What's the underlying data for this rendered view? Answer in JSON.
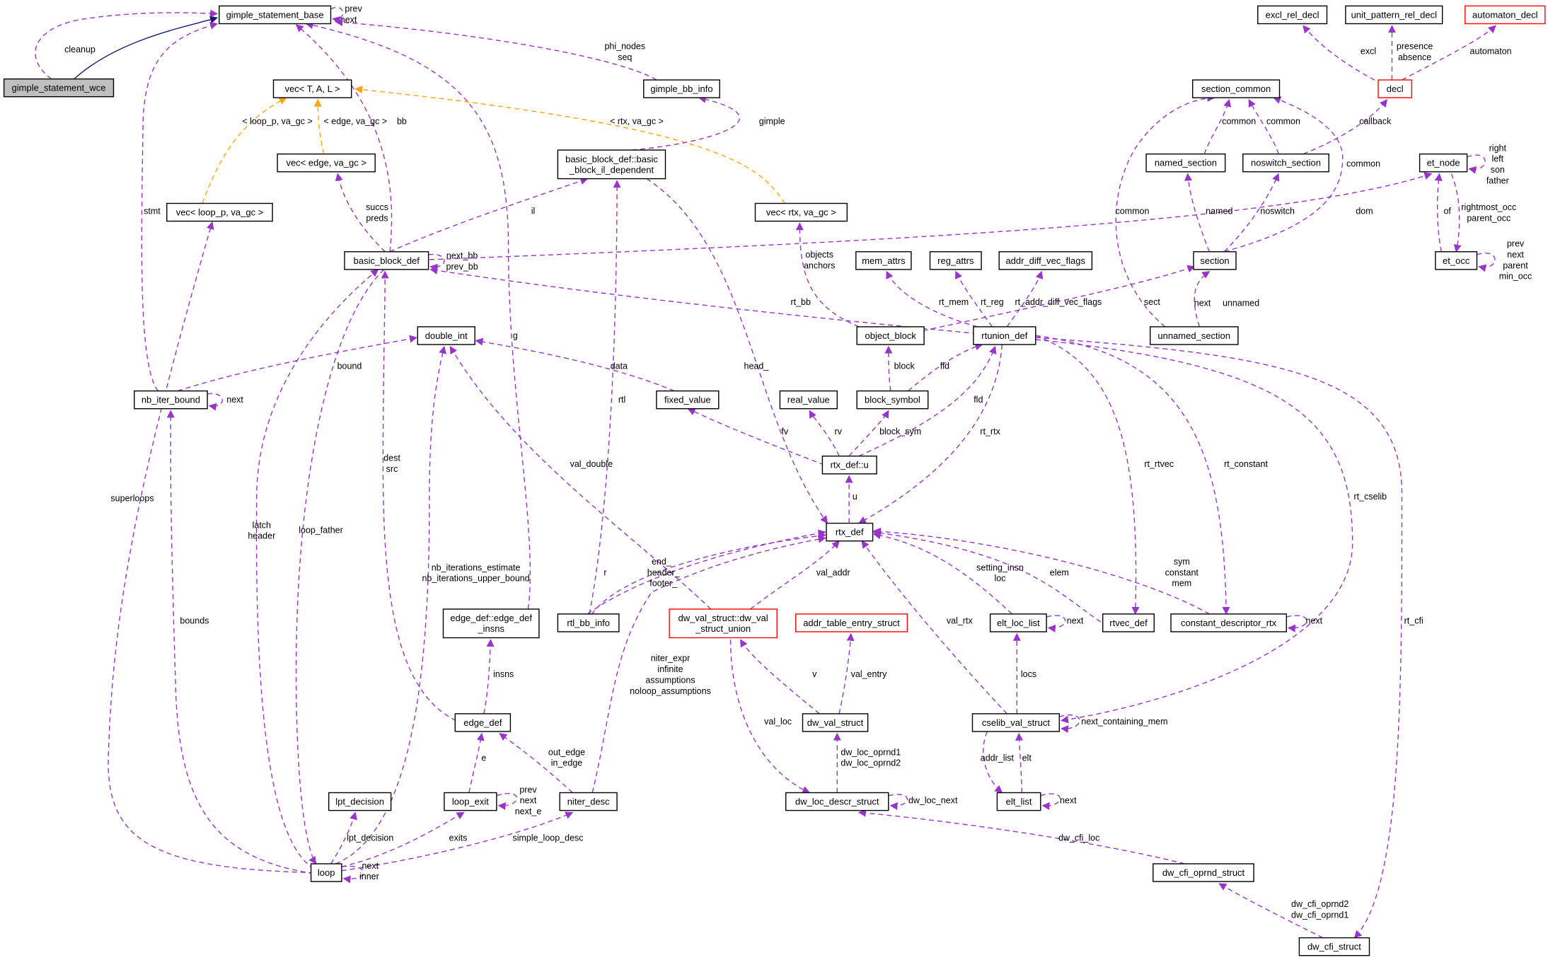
{
  "diagram": {
    "nodes": [
      {
        "id": "gimple_statement_wce",
        "lines": [
          "gimple_statement_wce"
        ],
        "style": "grey"
      },
      {
        "id": "gimple_statement_base",
        "lines": [
          "gimple_statement_base"
        ],
        "style": "normal"
      },
      {
        "id": "vec_T_A_L",
        "lines": [
          "vec< T, A, L >"
        ],
        "style": "normal"
      },
      {
        "id": "vec_edge_va_gc",
        "lines": [
          "vec< edge, va_gc >"
        ],
        "style": "normal"
      },
      {
        "id": "vec_loop_p_va_gc",
        "lines": [
          "vec< loop_p, va_gc >"
        ],
        "style": "normal"
      },
      {
        "id": "gimple_bb_info",
        "lines": [
          "gimple_bb_info"
        ],
        "style": "normal"
      },
      {
        "id": "basic_block_il_dependent",
        "lines": [
          "basic_block_def::basic",
          "_block_il_dependent"
        ],
        "style": "normal"
      },
      {
        "id": "vec_rtx_va_gc",
        "lines": [
          "vec< rtx, va_gc >"
        ],
        "style": "normal"
      },
      {
        "id": "basic_block_def",
        "lines": [
          "basic_block_def"
        ],
        "style": "normal"
      },
      {
        "id": "double_int",
        "lines": [
          "double_int"
        ],
        "style": "normal"
      },
      {
        "id": "nb_iter_bound",
        "lines": [
          "nb_iter_bound"
        ],
        "style": "normal"
      },
      {
        "id": "fixed_value",
        "lines": [
          "fixed_value"
        ],
        "style": "normal"
      },
      {
        "id": "real_value",
        "lines": [
          "real_value"
        ],
        "style": "normal"
      },
      {
        "id": "block_symbol",
        "lines": [
          "block_symbol"
        ],
        "style": "normal"
      },
      {
        "id": "object_block",
        "lines": [
          "object_block"
        ],
        "style": "normal"
      },
      {
        "id": "mem_attrs",
        "lines": [
          "mem_attrs"
        ],
        "style": "normal"
      },
      {
        "id": "reg_attrs",
        "lines": [
          "reg_attrs"
        ],
        "style": "normal"
      },
      {
        "id": "addr_diff_vec_flags",
        "lines": [
          "addr_diff_vec_flags"
        ],
        "style": "normal"
      },
      {
        "id": "rtunion_def",
        "lines": [
          "rtunion_def"
        ],
        "style": "normal"
      },
      {
        "id": "rtx_def_u",
        "lines": [
          "rtx_def::u"
        ],
        "style": "normal"
      },
      {
        "id": "rtx_def",
        "lines": [
          "rtx_def"
        ],
        "style": "normal"
      },
      {
        "id": "edge_def_insns",
        "lines": [
          "edge_def::edge_def",
          "_insns"
        ],
        "style": "normal"
      },
      {
        "id": "rtl_bb_info",
        "lines": [
          "rtl_bb_info"
        ],
        "style": "normal"
      },
      {
        "id": "dw_val_struct_union",
        "lines": [
          "dw_val_struct::dw_val",
          "_struct_union"
        ],
        "style": "red"
      },
      {
        "id": "addr_table_entry_struct",
        "lines": [
          "addr_table_entry_struct"
        ],
        "style": "red"
      },
      {
        "id": "edge_def",
        "lines": [
          "edge_def"
        ],
        "style": "normal"
      },
      {
        "id": "dw_val_struct",
        "lines": [
          "dw_val_struct"
        ],
        "style": "normal"
      },
      {
        "id": "lpt_decision",
        "lines": [
          "lpt_decision"
        ],
        "style": "normal"
      },
      {
        "id": "loop_exit",
        "lines": [
          "loop_exit"
        ],
        "style": "normal"
      },
      {
        "id": "niter_desc",
        "lines": [
          "niter_desc"
        ],
        "style": "normal"
      },
      {
        "id": "dw_loc_descr_struct",
        "lines": [
          "dw_loc_descr_struct"
        ],
        "style": "normal"
      },
      {
        "id": "loop",
        "lines": [
          "loop"
        ],
        "style": "normal"
      },
      {
        "id": "dw_cfi_oprnd_struct",
        "lines": [
          "dw_cfi_oprnd_struct"
        ],
        "style": "normal"
      },
      {
        "id": "dw_cfi_struct",
        "lines": [
          "dw_cfi_struct"
        ],
        "style": "normal"
      },
      {
        "id": "excl_rel_decl",
        "lines": [
          "excl_rel_decl"
        ],
        "style": "normal"
      },
      {
        "id": "unit_pattern_rel_decl",
        "lines": [
          "unit_pattern_rel_decl"
        ],
        "style": "normal"
      },
      {
        "id": "automaton_decl",
        "lines": [
          "automaton_decl"
        ],
        "style": "red"
      },
      {
        "id": "decl",
        "lines": [
          "decl"
        ],
        "style": "red"
      },
      {
        "id": "section_common",
        "lines": [
          "section_common"
        ],
        "style": "normal"
      },
      {
        "id": "named_section",
        "lines": [
          "named_section"
        ],
        "style": "normal"
      },
      {
        "id": "noswitch_section",
        "lines": [
          "noswitch_section"
        ],
        "style": "normal"
      },
      {
        "id": "et_node",
        "lines": [
          "et_node"
        ],
        "style": "normal"
      },
      {
        "id": "et_occ",
        "lines": [
          "et_occ"
        ],
        "style": "normal"
      },
      {
        "id": "section",
        "lines": [
          "section"
        ],
        "style": "normal"
      },
      {
        "id": "unnamed_section",
        "lines": [
          "unnamed_section"
        ],
        "style": "normal"
      },
      {
        "id": "elt_loc_list",
        "lines": [
          "elt_loc_list"
        ],
        "style": "normal"
      },
      {
        "id": "rtvec_def",
        "lines": [
          "rtvec_def"
        ],
        "style": "normal"
      },
      {
        "id": "constant_descriptor_rtx",
        "lines": [
          "constant_descriptor_rtx"
        ],
        "style": "normal"
      },
      {
        "id": "cselib_val_struct",
        "lines": [
          "cselib_val_struct"
        ],
        "style": "normal"
      },
      {
        "id": "elt_list",
        "lines": [
          "elt_list"
        ],
        "style": "normal"
      }
    ],
    "edges": [
      {
        "id": "e_base_to_wce",
        "style": "navy",
        "labels": []
      },
      {
        "id": "e_cleanup",
        "style": "purple",
        "labels": [
          "cleanup"
        ]
      },
      {
        "id": "e_base_prevnext",
        "style": "purple",
        "labels": [
          "prev",
          "next"
        ]
      },
      {
        "id": "e_phi_nodes",
        "style": "purple",
        "labels": [
          "phi_nodes",
          "seq"
        ]
      },
      {
        "id": "e_stmt",
        "style": "purple",
        "labels": [
          "stmt"
        ]
      },
      {
        "id": "e_bb",
        "style": "purple",
        "labels": [
          "bb"
        ]
      },
      {
        "id": "e_g",
        "style": "purple",
        "labels": [
          "g"
        ]
      },
      {
        "id": "e_tmpl_loop",
        "style": "orange",
        "labels": [
          "< loop_p, va_gc >"
        ]
      },
      {
        "id": "e_tmpl_edge",
        "style": "orange",
        "labels": [
          "< edge, va_gc >"
        ]
      },
      {
        "id": "e_tmpl_rtx",
        "style": "orange",
        "labels": [
          "< rtx, va_gc >"
        ]
      },
      {
        "id": "e_gimple",
        "style": "purple",
        "labels": [
          "gimple"
        ]
      },
      {
        "id": "e_succs",
        "style": "purple",
        "labels": [
          "succs",
          "preds"
        ]
      },
      {
        "id": "e_il",
        "style": "purple",
        "labels": [
          "il"
        ]
      },
      {
        "id": "e_bb_prevnext",
        "style": "purple",
        "labels": [
          "next_bb",
          "prev_bb"
        ]
      },
      {
        "id": "e_rtl",
        "style": "purple",
        "labels": [
          "rtl"
        ]
      },
      {
        "id": "e_head",
        "style": "purple",
        "labels": [
          "head_"
        ]
      },
      {
        "id": "e_objects",
        "style": "purple",
        "labels": [
          "objects",
          "anchors"
        ]
      },
      {
        "id": "e_dom",
        "style": "purple",
        "labels": [
          "dom"
        ]
      },
      {
        "id": "e_rt_bb",
        "style": "purple",
        "labels": [
          "rt_bb"
        ]
      },
      {
        "id": "e_superloops",
        "style": "purple",
        "labels": [
          "superloops"
        ]
      },
      {
        "id": "e_latch",
        "style": "purple",
        "labels": [
          "latch",
          "header"
        ]
      },
      {
        "id": "e_loop_father",
        "style": "purple",
        "labels": [
          "loop_father"
        ]
      },
      {
        "id": "e_dest",
        "style": "purple",
        "labels": [
          "dest",
          "src"
        ]
      },
      {
        "id": "e_bound",
        "style": "purple",
        "labels": [
          "bound"
        ]
      },
      {
        "id": "e_nb_next",
        "style": "purple",
        "labels": [
          "next"
        ]
      },
      {
        "id": "e_data",
        "style": "purple",
        "labels": [
          "data"
        ]
      },
      {
        "id": "e_bounds",
        "style": "purple",
        "labels": [
          "bounds"
        ]
      },
      {
        "id": "e_nb_iter",
        "style": "purple",
        "labels": [
          "nb_iterations_estimate",
          "nb_iterations_upper_bound"
        ]
      },
      {
        "id": "e_val_double",
        "style": "purple",
        "labels": [
          "val_double"
        ]
      },
      {
        "id": "e_fv",
        "style": "purple",
        "labels": [
          "fv"
        ]
      },
      {
        "id": "e_rv",
        "style": "purple",
        "labels": [
          "rv"
        ]
      },
      {
        "id": "e_block",
        "style": "purple",
        "labels": [
          "block"
        ]
      },
      {
        "id": "e_block_sym",
        "style": "purple",
        "labels": [
          "block_sym"
        ]
      },
      {
        "id": "e_fld1",
        "style": "purple",
        "labels": [
          "fld"
        ]
      },
      {
        "id": "e_fld2",
        "style": "purple",
        "labels": [
          "fld"
        ]
      },
      {
        "id": "e_rt_mem",
        "style": "purple",
        "labels": [
          "rt_mem"
        ]
      },
      {
        "id": "e_rt_reg",
        "style": "purple",
        "labels": [
          "rt_reg"
        ]
      },
      {
        "id": "e_rt_addr",
        "style": "purple",
        "labels": [
          "rt_addr_diff_vec_flags"
        ]
      },
      {
        "id": "e_rt_rtx",
        "style": "purple",
        "labels": [
          "rt_rtx"
        ]
      },
      {
        "id": "e_u",
        "style": "purple",
        "labels": [
          "u"
        ]
      },
      {
        "id": "e_r",
        "style": "purple",
        "labels": [
          "r"
        ]
      },
      {
        "id": "e_end",
        "style": "purple",
        "labels": [
          "end_",
          "header_",
          "footer_"
        ]
      },
      {
        "id": "e_val_addr",
        "style": "purple",
        "labels": [
          "val_addr"
        ]
      },
      {
        "id": "e_niter_expr",
        "style": "purple",
        "labels": [
          "niter_expr",
          "infinite",
          "assumptions",
          "noloop_assumptions"
        ]
      },
      {
        "id": "e_val_rtx",
        "style": "purple",
        "labels": [
          "val_rtx"
        ]
      },
      {
        "id": "e_setting_insn",
        "style": "purple",
        "labels": [
          "setting_insn",
          "loc"
        ]
      },
      {
        "id": "e_elem",
        "style": "purple",
        "labels": [
          "elem"
        ]
      },
      {
        "id": "e_sym",
        "style": "purple",
        "labels": [
          "sym",
          "constant",
          "mem"
        ]
      },
      {
        "id": "e_insns",
        "style": "purple",
        "labels": [
          "insns"
        ]
      },
      {
        "id": "e_v",
        "style": "purple",
        "labels": [
          "v"
        ]
      },
      {
        "id": "e_val_entry",
        "style": "purple",
        "labels": [
          "val_entry"
        ]
      },
      {
        "id": "e_val_loc",
        "style": "purple",
        "labels": [
          "val_loc"
        ]
      },
      {
        "id": "e_e",
        "style": "purple",
        "labels": [
          "e"
        ]
      },
      {
        "id": "e_out_edge",
        "style": "purple",
        "labels": [
          "out_edge",
          "in_edge"
        ]
      },
      {
        "id": "e_oprnd",
        "style": "purple",
        "labels": [
          "dw_loc_oprnd1",
          "dw_loc_oprnd2"
        ]
      },
      {
        "id": "e_lpt",
        "style": "purple",
        "labels": [
          "lpt_decision"
        ]
      },
      {
        "id": "e_exit_prevnext",
        "style": "purple",
        "labels": [
          "prev",
          "next",
          "next_e"
        ]
      },
      {
        "id": "e_exits",
        "style": "purple",
        "labels": [
          "exits"
        ]
      },
      {
        "id": "e_simple_loop",
        "style": "purple",
        "labels": [
          "simple_loop_desc"
        ]
      },
      {
        "id": "e_loop_next",
        "style": "purple",
        "labels": [
          "next",
          "inner"
        ]
      },
      {
        "id": "e_dw_loc_next",
        "style": "purple",
        "labels": [
          "dw_loc_next"
        ]
      },
      {
        "id": "e_dw_cfi_loc",
        "style": "purple",
        "labels": [
          "dw_cfi_loc"
        ]
      },
      {
        "id": "e_cfi_oprnd",
        "style": "purple",
        "labels": [
          "dw_cfi_oprnd2",
          "dw_cfi_oprnd1"
        ]
      },
      {
        "id": "e_rt_cfi",
        "style": "purple",
        "labels": [
          "rt_cfi"
        ]
      },
      {
        "id": "e_excl",
        "style": "purple",
        "labels": [
          "excl"
        ]
      },
      {
        "id": "e_presence",
        "style": "purple",
        "labels": [
          "presence",
          "absence"
        ]
      },
      {
        "id": "e_automaton",
        "style": "purple",
        "labels": [
          "automaton"
        ]
      },
      {
        "id": "e_callback",
        "style": "purple",
        "labels": [
          "callback"
        ]
      },
      {
        "id": "e_common1",
        "style": "purple",
        "labels": [
          "common"
        ]
      },
      {
        "id": "e_common2",
        "style": "purple",
        "labels": [
          "common"
        ]
      },
      {
        "id": "e_common3",
        "style": "purple",
        "labels": [
          "common"
        ]
      },
      {
        "id": "e_common4",
        "style": "purple",
        "labels": [
          "common"
        ]
      },
      {
        "id": "e_et_self",
        "style": "purple",
        "labels": [
          "right",
          "left",
          "son",
          "father"
        ]
      },
      {
        "id": "e_of",
        "style": "purple",
        "labels": [
          "of"
        ]
      },
      {
        "id": "e_rightmost",
        "style": "purple",
        "labels": [
          "rightmost_occ",
          "parent_occ"
        ]
      },
      {
        "id": "e_et_occ_self",
        "style": "purple",
        "labels": [
          "prev",
          "next",
          "parent",
          "min_occ"
        ]
      },
      {
        "id": "e_named",
        "style": "purple",
        "labels": [
          "named"
        ]
      },
      {
        "id": "e_noswitch",
        "style": "purple",
        "labels": [
          "noswitch"
        ]
      },
      {
        "id": "e_next_unnamed",
        "style": "purple",
        "labels": [
          "next",
          "unnamed"
        ]
      },
      {
        "id": "e_sect",
        "style": "purple",
        "labels": [
          "sect"
        ]
      },
      {
        "id": "e_rt_rtvec",
        "style": "purple",
        "labels": [
          "rt_rtvec"
        ]
      },
      {
        "id": "e_rt_constant",
        "style": "purple",
        "labels": [
          "rt_constant"
        ]
      },
      {
        "id": "e_rt_cselib",
        "style": "purple",
        "labels": [
          "rt_cselib"
        ]
      },
      {
        "id": "e_elt_loc_next",
        "style": "purple",
        "labels": [
          "next"
        ]
      },
      {
        "id": "e_cdr_next",
        "style": "purple",
        "labels": [
          "next"
        ]
      },
      {
        "id": "e_locs",
        "style": "purple",
        "labels": [
          "locs"
        ]
      },
      {
        "id": "e_next_containing",
        "style": "purple",
        "labels": [
          "next_containing_mem"
        ]
      },
      {
        "id": "e_addr_list",
        "style": "purple",
        "labels": [
          "addr_list"
        ]
      },
      {
        "id": "e_elt",
        "style": "purple",
        "labels": [
          "elt"
        ]
      },
      {
        "id": "e_elt_list_next",
        "style": "purple",
        "labels": [
          "next"
        ]
      }
    ]
  },
  "colors": {
    "member_edge": "#9a32cd",
    "template_edge": "#ffa500",
    "inheritance_edge": "#191970",
    "node_border": "#000000",
    "incomplete_node_border": "#ff0000",
    "focus_node_fill": "#bfbfbf"
  }
}
